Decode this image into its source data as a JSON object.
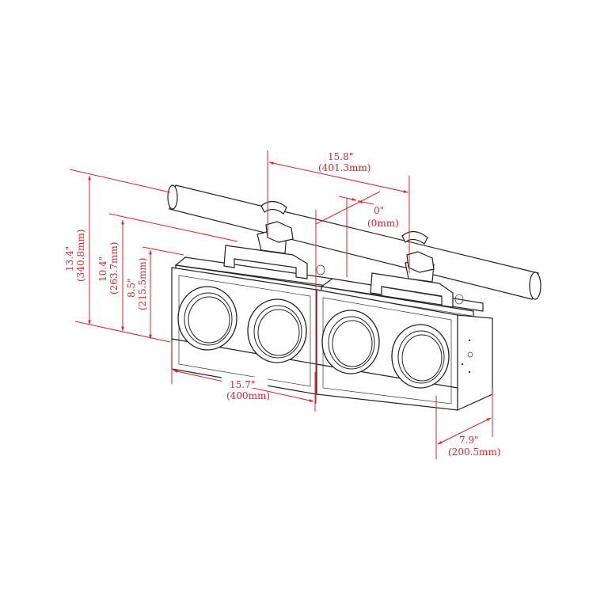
{
  "drawing": {
    "title": "Dual 2-lens fixture dimension drawing",
    "accent_color": "#e8202a",
    "line_color": "#222222"
  },
  "dimensions": {
    "clamp_spacing": {
      "inches": "15.8\"",
      "mm": "(401.3mm)"
    },
    "gap": {
      "inches": "0\"",
      "mm": "(0mm)"
    },
    "total_height": {
      "inches": "13.4\"",
      "mm": "(340.8mm)"
    },
    "height_to_clamp": {
      "inches": "10.4\"",
      "mm": "(263.7mm)"
    },
    "body_height": {
      "inches": "8.5\"",
      "mm": "(215.5mm)"
    },
    "body_width": {
      "inches": "15.7\"",
      "mm": "(400mm)"
    },
    "depth": {
      "inches": "7.9\"",
      "mm": "(200.5mm)"
    }
  },
  "components": {
    "pipe": "mounting-pipe",
    "clamps": [
      "clamp-left",
      "clamp-right"
    ],
    "units": [
      {
        "name": "unit-left",
        "lenses": 2
      },
      {
        "name": "unit-right",
        "lenses": 2
      }
    ]
  }
}
